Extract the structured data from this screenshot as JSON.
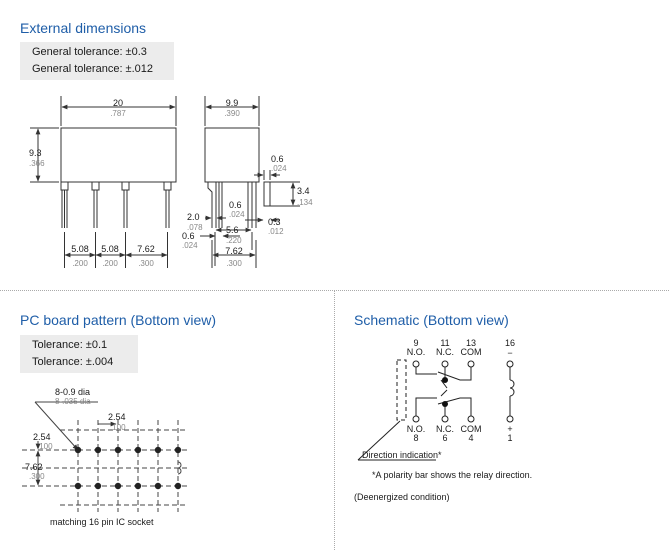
{
  "external": {
    "title": "External dimensions",
    "tolerance": [
      "General tolerance: ±0.3",
      "General tolerance: ±.012"
    ],
    "dims": {
      "w20": "20",
      "w20i": ".787",
      "h93": "9.3",
      "h93i": ".366",
      "w99": "9.9",
      "w99i": ".390",
      "p06": "0.6",
      "p06i": ".024",
      "p34": "3.4",
      "p34i": ".134",
      "p20": "2.0",
      "p20i": ".078",
      "p06b": "0.6",
      "p06bi": ".024",
      "p03": "0.3",
      "p03i": ".012",
      "p06c": "0.6",
      "p06ci": ".024",
      "p56": "5.6",
      "p56i": ".220",
      "p762r": "7.62",
      "p762ri": ".300",
      "p508a": "5.08",
      "p508ai": ".200",
      "p508b": "5.08",
      "p508bi": ".200",
      "p762": "7.62",
      "p762i": ".300"
    }
  },
  "pcb": {
    "title": "PC board pattern (Bottom view)",
    "tolerance": [
      "Tolerance: ±0.1",
      "Tolerance: ±.004"
    ],
    "hole_dia": "8-0.9 dia",
    "hole_dia_in": "8-.035 dia",
    "pitch_h": "2.54",
    "pitch_h_in": ".100",
    "pitch_v": "2.54",
    "pitch_v_in": ".100",
    "row_gap": "7.62",
    "row_gap_in": ".300",
    "socket_note": "matching 16 pin IC socket"
  },
  "schematic": {
    "title": "Schematic (Bottom view)",
    "top_pins": [
      "9",
      "11",
      "13",
      "16"
    ],
    "top_labels": [
      "N.O.",
      "N.C.",
      "COM",
      "−"
    ],
    "bottom_labels": [
      "N.O.",
      "N.C.",
      "COM",
      "+"
    ],
    "bottom_pins": [
      "8",
      "6",
      "4",
      "1"
    ],
    "direction": "Direction indication*",
    "note": "*A polarity bar shows the relay direction.",
    "condition": "(Deenergized condition)"
  },
  "colors": {
    "title": "#1f5ea8",
    "tolerance_bg": "#ececec",
    "line": "#333333",
    "imperial_text": "#888888"
  }
}
